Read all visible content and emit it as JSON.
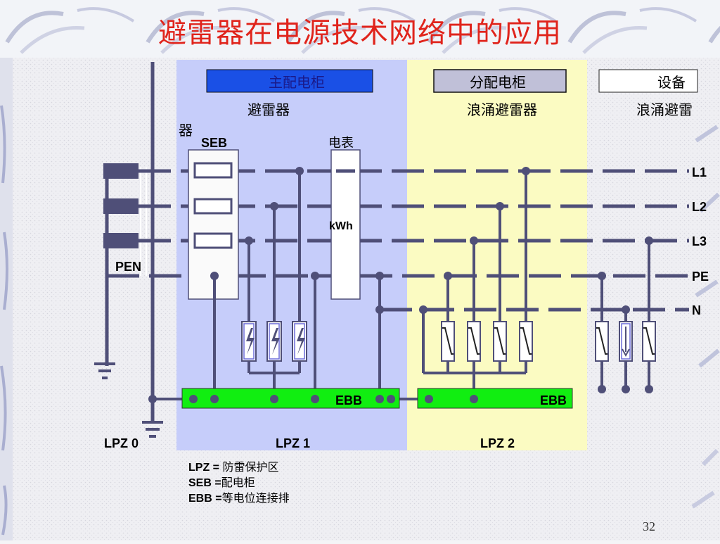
{
  "title": "避雷器在电源技术网络中的应用",
  "page_number": "32",
  "boxes": {
    "main_cabinet": "主配电柜",
    "sub_cabinet": "分配电柜",
    "equipment": "设备"
  },
  "labels": {
    "arrester_lpz1": "避雷器",
    "arrester_lpz1_wrap": "器",
    "arrester_lpz2": "浪涌避雷器",
    "arrester_device": "浪涌避雷",
    "seb": "SEB",
    "meter": "电表",
    "kwh": "kWh",
    "pen": "PEN",
    "ebb_1": "EBB",
    "ebb_2": "EBB"
  },
  "lines": [
    "L1",
    "L2",
    "L3",
    "PE",
    "N"
  ],
  "zones": [
    "LPZ 0",
    "LPZ 1",
    "LPZ 2"
  ],
  "legend": [
    {
      "key": "LPZ =",
      "value": "防雷保护区"
    },
    {
      "key": "SEB =",
      "value": "配电柜"
    },
    {
      "key": "EBB =",
      "value": "等电位连接排"
    }
  ],
  "colors": {
    "title": "#e0241c",
    "lpz1_bg": "#c6cdfa",
    "lpz2_bg": "#fbfbc2",
    "wire": "#4f4f78",
    "ebb": "#11ee11",
    "main_box": "#1a50e6",
    "sub_box": "#c0c0d8"
  }
}
